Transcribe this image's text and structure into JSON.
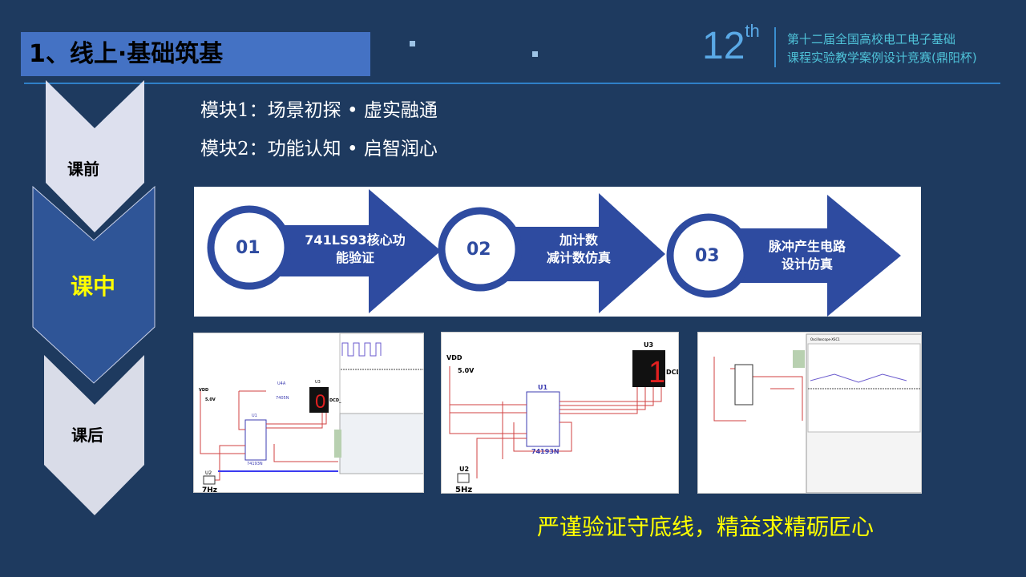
{
  "title": "1、线上·基础筑基",
  "header": {
    "edition_num": "12",
    "edition_sup": "th",
    "line1": "第十二届全国高校电工电子基础",
    "line2": "课程实验教学案例设计竞赛(鼎阳杯)"
  },
  "modules": [
    "模块1：场景初探 • 虚实融通",
    "模块2：功能认知 • 启智润心"
  ],
  "stages": [
    {
      "label": "课前",
      "color": "#dde0ee"
    },
    {
      "label": "课中",
      "color": "#2f5597"
    },
    {
      "label": "课后",
      "color": "#d9dce8"
    }
  ],
  "process": [
    {
      "num": "01",
      "line1": "741LS93核心功",
      "line2": "能验证"
    },
    {
      "num": "02",
      "line1": "加计数",
      "line2": "减计数仿真"
    },
    {
      "num": "03",
      "line1": "脉冲产生电路",
      "line2": "设计仿真"
    }
  ],
  "circuits": [
    {
      "vdd": "VDD",
      "volt": "5.0V",
      "u1": "U1",
      "chip": "74193N",
      "u3": "U3",
      "dcd": "DCD_",
      "u4": "U4A",
      "u4chip": "7405N",
      "u2": "U2",
      "freq": "7Hz",
      "digit": "0"
    },
    {
      "vdd": "VDD",
      "volt": "5.0V",
      "u1": "U1",
      "chip": "74193N",
      "u3": "U3",
      "dcd": "DCD",
      "u2": "U2",
      "freq": "5Hz",
      "digit": "1"
    },
    {
      "scope": "Oscilloscope-XSC1"
    }
  ],
  "motto": "严谨验证守底线，精益求精砺匠心",
  "colors": {
    "bg": "#1e3a5f",
    "accent": "#4472c4",
    "process": "#2e4ba0",
    "motto": "#ffff00"
  }
}
